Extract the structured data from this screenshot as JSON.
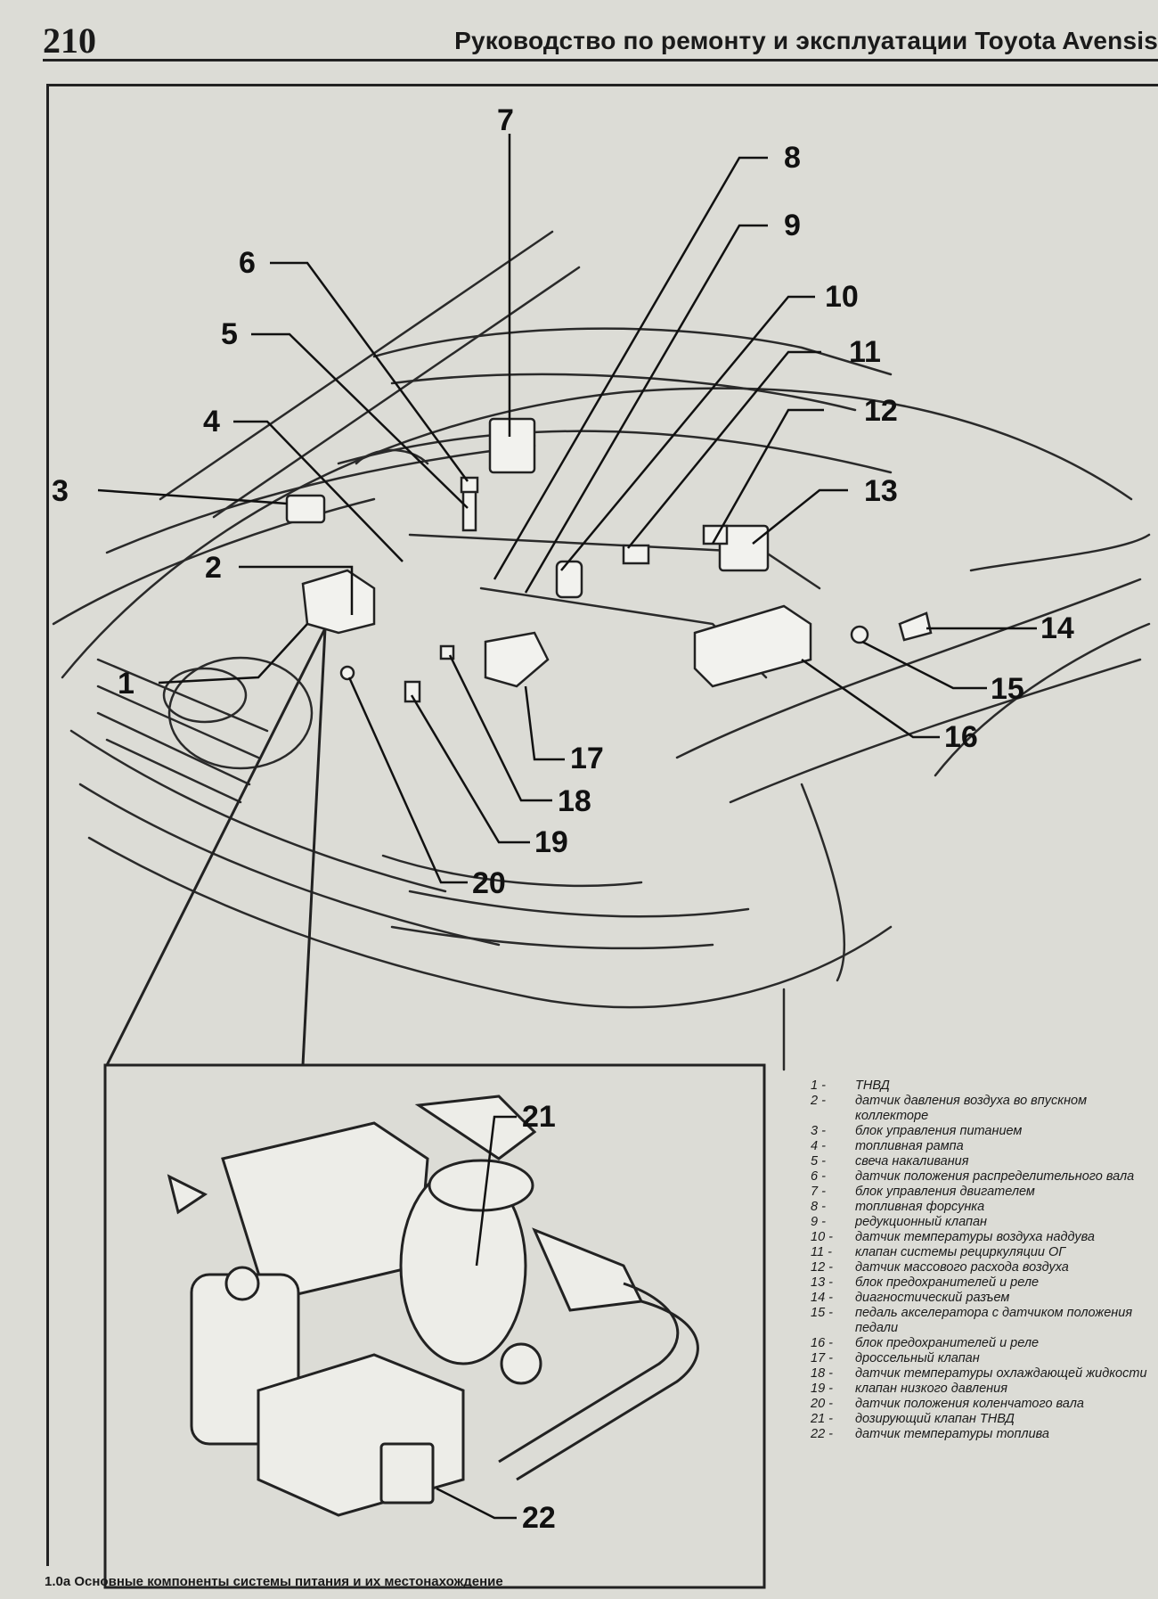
{
  "header": {
    "page_number": "210",
    "book_title": "Руководство по ремонту и эксплуатации Toyota Avensis"
  },
  "figure": {
    "callouts": [
      "1",
      "2",
      "3",
      "4",
      "5",
      "6",
      "7",
      "8",
      "9",
      "10",
      "11",
      "12",
      "13",
      "14",
      "15",
      "16",
      "17",
      "18",
      "19",
      "20",
      "21",
      "22"
    ],
    "legend": [
      {
        "num": "1 -",
        "text": "ТНВД"
      },
      {
        "num": "2 -",
        "text": "датчик давления воздуха во впускном коллекторе"
      },
      {
        "num": "3 -",
        "text": "блок управления питанием"
      },
      {
        "num": "4 -",
        "text": "топливная рампа"
      },
      {
        "num": "5 -",
        "text": "свеча накаливания"
      },
      {
        "num": "6 -",
        "text": "датчик положения распределительного вала"
      },
      {
        "num": "7 -",
        "text": "блок управления двигателем"
      },
      {
        "num": "8 -",
        "text": "топливная форсунка"
      },
      {
        "num": "9 -",
        "text": "редукционный клапан"
      },
      {
        "num": "10 -",
        "text": "датчик температуры воздуха наддува"
      },
      {
        "num": "11 -",
        "text": "клапан системы рециркуляции ОГ"
      },
      {
        "num": "12 -",
        "text": "датчик массового расхода воздуха"
      },
      {
        "num": "13 -",
        "text": "блок предохранителей и реле"
      },
      {
        "num": "14 -",
        "text": "диагностический разъем"
      },
      {
        "num": "15 -",
        "text": "педаль акселератора с датчиком положения педали"
      },
      {
        "num": "16 -",
        "text": "блок предохранителей и реле"
      },
      {
        "num": "17 -",
        "text": "дроссельный клапан"
      },
      {
        "num": "18 -",
        "text": "датчик температуры охлаждающей жидкости"
      },
      {
        "num": "19 -",
        "text": "клапан низкого давления"
      },
      {
        "num": "20 -",
        "text": "датчик положения коленчатого вала"
      },
      {
        "num": "21 -",
        "text": "дозирующий клапан ТНВД"
      },
      {
        "num": "22 -",
        "text": "датчик температуры топлива"
      }
    ]
  },
  "caption": "1.0a Основные компоненты системы питания и их местонахождение"
}
